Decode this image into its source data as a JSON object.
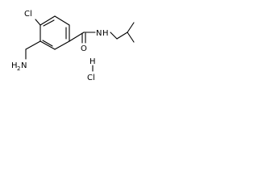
{
  "molecule": {
    "atoms": {
      "chloro_ring": "Cl",
      "amine_h": "H",
      "amine_sub": "2",
      "amine_n": "N",
      "amide_n": "N",
      "amide_h": "H",
      "carbonyl_o": "O",
      "hcl_h": "H",
      "hcl_cl": "Cl"
    }
  },
  "colors": {
    "ink": "#000000",
    "background": "#ffffff"
  }
}
